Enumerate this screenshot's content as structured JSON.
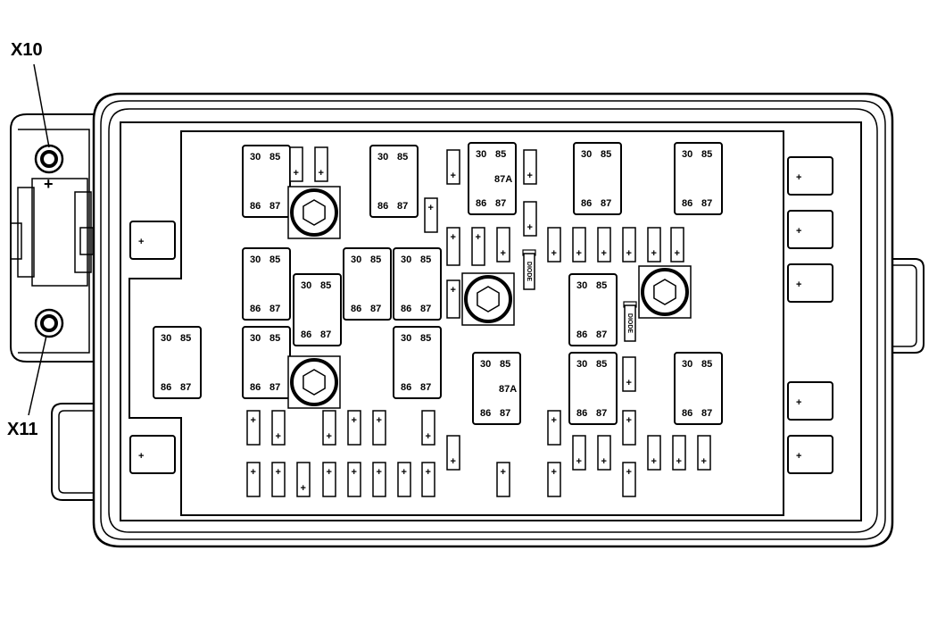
{
  "callouts": {
    "x10": "X10",
    "x11": "X11"
  },
  "terminal_symbol": "+",
  "relay_pins": {
    "p30": "30",
    "p85": "85",
    "p86": "86",
    "p87": "87",
    "p87a": "87A"
  },
  "diode_label": "DIODE",
  "colors": {
    "stroke": "#000000",
    "background": "#ffffff"
  },
  "icons": {
    "stud": "hex-nut-icon",
    "terminal": "round-terminal-icon"
  }
}
